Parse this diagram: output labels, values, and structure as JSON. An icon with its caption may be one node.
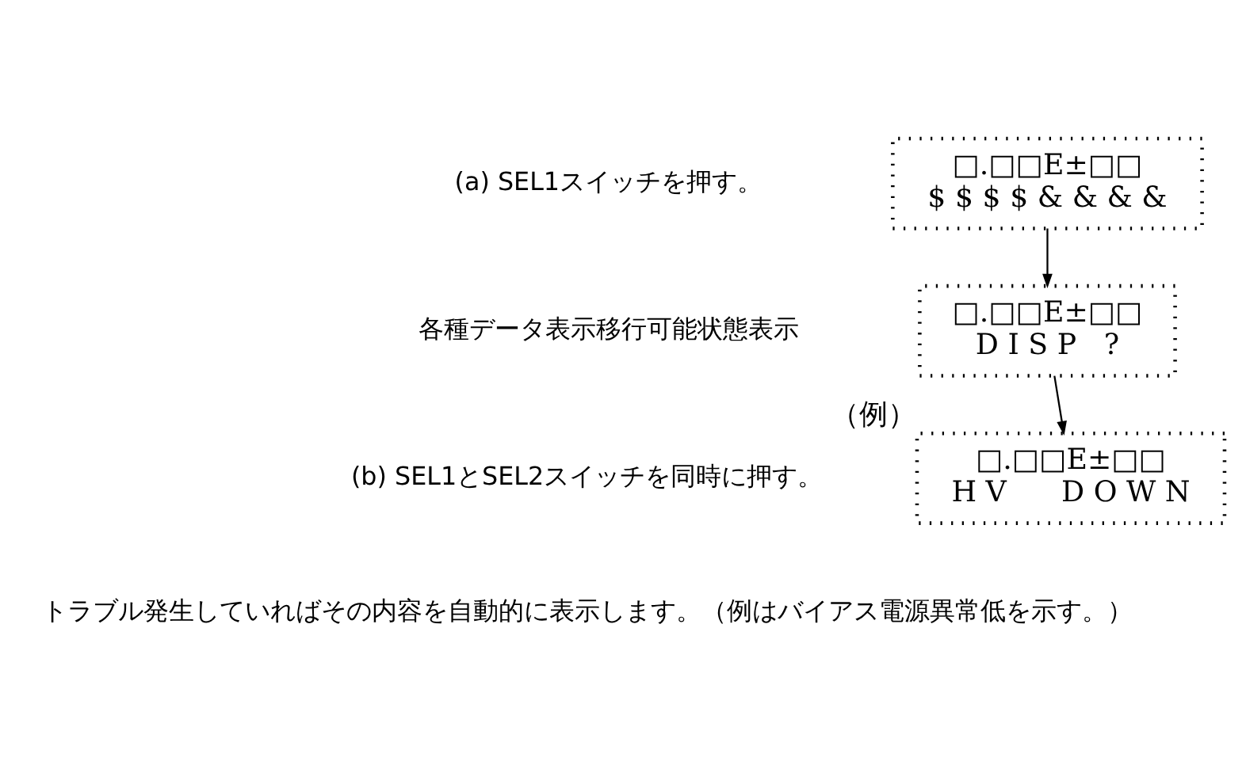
{
  "diagram": {
    "nodes": [
      {
        "text": [
          "□.□□E±□□",
          "$ $ $ $ & & & &"
        ]
      },
      {
        "text": [
          "□.□□E±□□",
          "D I S P   ?"
        ]
      },
      {
        "text": [
          "□.□□E±□□",
          "H V      D O W N"
        ],
        "beside": [
          "（例）"
        ]
      }
    ],
    "edges": [
      {
        "from": 0,
        "to": 1,
        "arrow": "to"
      },
      {
        "from": 1,
        "to": 2,
        "arrow": "to"
      }
    ],
    "labels": [
      "(a) SEL1スイッチを押す。",
      "各種データ表示移行可能状態表示",
      "(b) SEL1とSEL2スイッチを同時に押す。",
      "トラブル発生していればその内容を自動的に表示します。（例はバイアス電源異常低を示す。）"
    ]
  }
}
